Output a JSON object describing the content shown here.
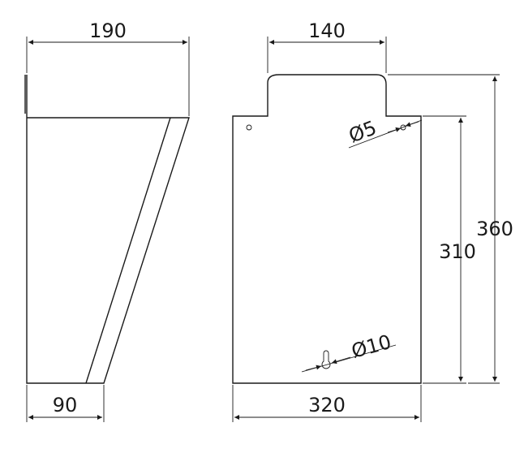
{
  "dimensions": {
    "side_top_width": "190",
    "side_bottom_width": "90",
    "front_tab_width": "140",
    "front_width": "320",
    "body_height": "310",
    "total_height": "360",
    "small_hole_diameter": "Ø5",
    "keyhole_diameter": "Ø10"
  }
}
